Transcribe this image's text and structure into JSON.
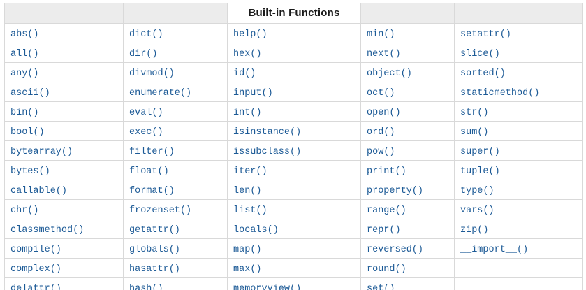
{
  "table": {
    "title": "Built-in Functions",
    "column_count": 5,
    "rows": [
      [
        "abs()",
        "dict()",
        "help()",
        "min()",
        "setattr()"
      ],
      [
        "all()",
        "dir()",
        "hex()",
        "next()",
        "slice()"
      ],
      [
        "any()",
        "divmod()",
        "id()",
        "object()",
        "sorted()"
      ],
      [
        "ascii()",
        "enumerate()",
        "input()",
        "oct()",
        "staticmethod()"
      ],
      [
        "bin()",
        "eval()",
        "int()",
        "open()",
        "str()"
      ],
      [
        "bool()",
        "exec()",
        "isinstance()",
        "ord()",
        "sum()"
      ],
      [
        "bytearray()",
        "filter()",
        "issubclass()",
        "pow()",
        "super()"
      ],
      [
        "bytes()",
        "float()",
        "iter()",
        "print()",
        "tuple()"
      ],
      [
        "callable()",
        "format()",
        "len()",
        "property()",
        "type()"
      ],
      [
        "chr()",
        "frozenset()",
        "list()",
        "range()",
        "vars()"
      ],
      [
        "classmethod()",
        "getattr()",
        "locals()",
        "repr()",
        "zip()"
      ],
      [
        "compile()",
        "globals()",
        "map()",
        "reversed()",
        "__import__()"
      ],
      [
        "complex()",
        "hasattr()",
        "max()",
        "round()",
        ""
      ],
      [
        "delattr()",
        "hash()",
        "memoryview()",
        "set()",
        ""
      ]
    ]
  },
  "colors": {
    "link": "#1c5a96",
    "header_bg": "#ececec",
    "border": "#d9d9d9",
    "title_text": "#1a1a1a"
  }
}
